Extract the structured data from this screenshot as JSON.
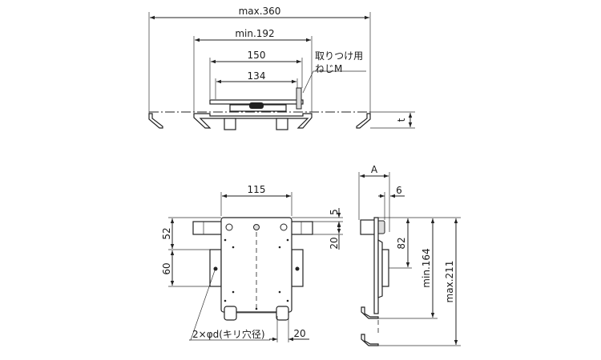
{
  "top_view": {
    "max_width_label": "max.360",
    "min_width_label": "min.192",
    "plate_width_label": "150",
    "hole_pitch_label": "134",
    "screw_note_line1": "取りつけ用",
    "screw_note_line2": "ねじM",
    "thickness_label": "t"
  },
  "front_view": {
    "plate_width_label": "115",
    "arm_offset_label": "5",
    "arm_height_label": "20",
    "upper_height_label": "52",
    "bracket_height_label": "60",
    "hole_note": "2×φd(キリ穴径)",
    "foot_width_label": "20"
  },
  "side_view": {
    "a_label": "A",
    "offset_label": "6",
    "height_82_label": "82",
    "min_height_label": "min.164",
    "max_height_label": "max.211"
  }
}
